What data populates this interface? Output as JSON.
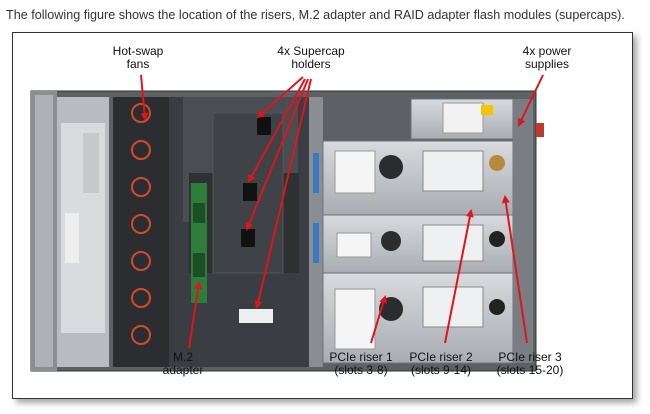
{
  "intro_text": "The following figure shows the location of the risers, M.2 adapter and RAID adapter flash modules (supercaps).",
  "callouts": {
    "hot_swap_fans": [
      "Hot-swap",
      "fans"
    ],
    "supercap_holders": [
      "4x Supercap",
      "holders"
    ],
    "power_supplies": [
      "4x power",
      "supplies"
    ],
    "m2_adapter": [
      "M.2",
      "adapter"
    ],
    "pcie_riser_1": [
      "PCIe riser 1",
      "(slots 3-8)"
    ],
    "pcie_riser_2": [
      "PCIe riser 2",
      "(slots 9-14)"
    ],
    "pcie_riser_3": [
      "PCIe riser 3",
      "(slots 15-20)"
    ]
  },
  "colors": {
    "arrow": "#e0141b",
    "chassis": "#6f7378",
    "sheet_metal": "#c9ccd0"
  }
}
